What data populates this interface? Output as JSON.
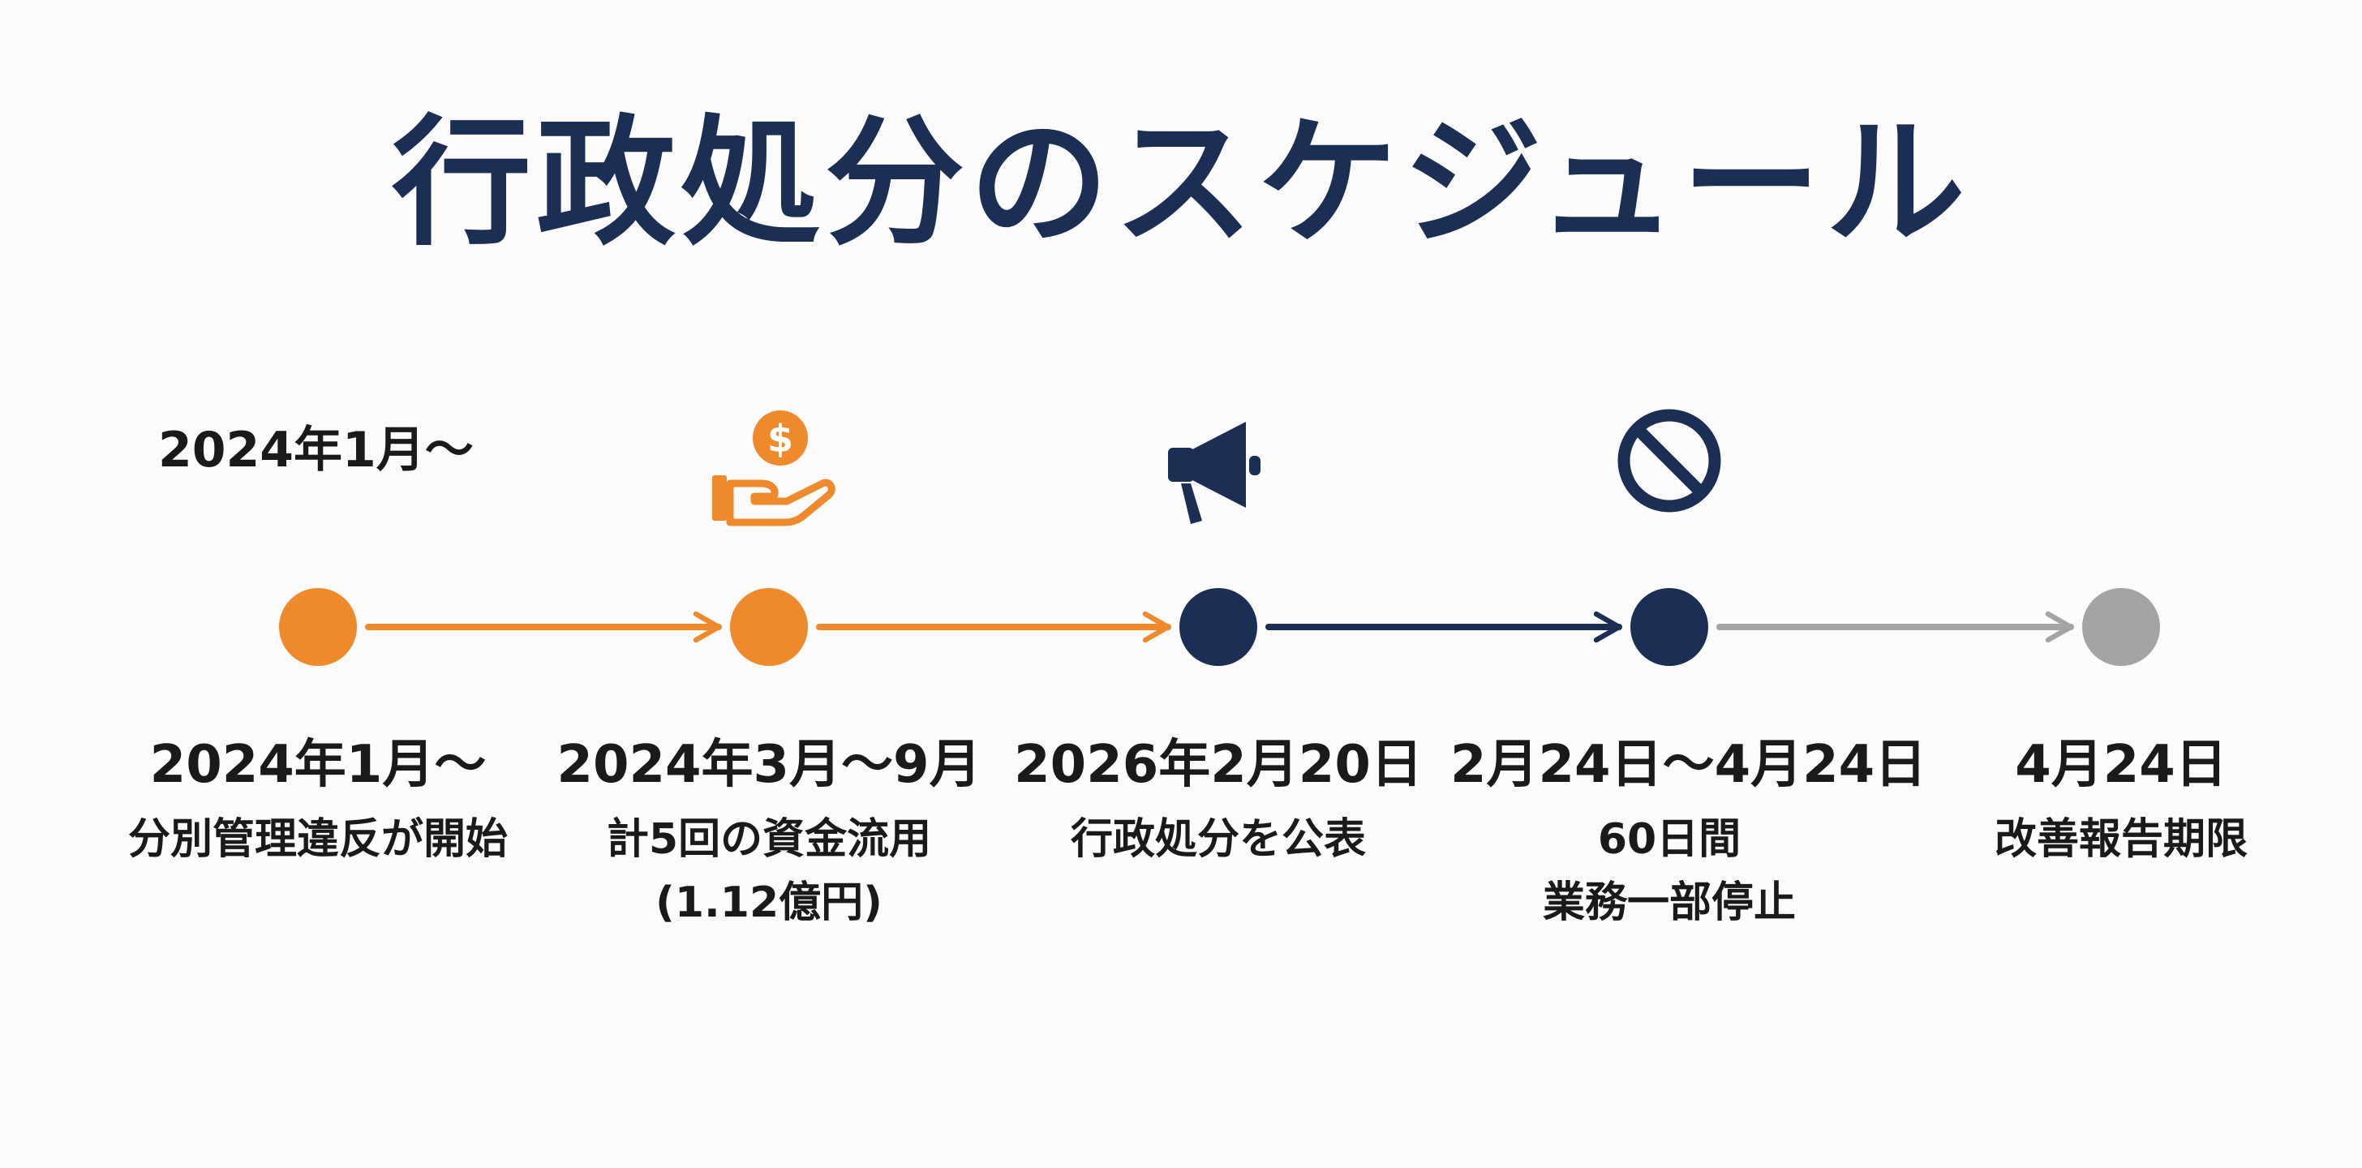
{
  "title": "行政処分のスケジュール",
  "start_note": "2024年1月〜",
  "colors": {
    "orange": "#ef8a2c",
    "navy": "#1b2e54",
    "gray": "#a4a4a4"
  },
  "milestones": [
    {
      "date": "2024年1月〜",
      "desc": "分別管理違反が開始",
      "color": "orange",
      "icon": ""
    },
    {
      "date": "2024年3月〜9月",
      "desc": "計5回の資金流用\n(1.12億円)",
      "color": "orange",
      "icon": "hand-coin-icon"
    },
    {
      "date": "2026年2月20日",
      "desc": "行政処分を公表",
      "color": "navy",
      "icon": "megaphone-icon"
    },
    {
      "date": "2月24日〜4月24日",
      "desc": "60日間\n業務一部停止",
      "color": "navy",
      "icon": "prohibition-icon"
    },
    {
      "date": "4月24日",
      "desc": "改善報告期限",
      "color": "gray",
      "icon": ""
    }
  ],
  "connectors": [
    {
      "from": 0,
      "to": 1,
      "color": "orange"
    },
    {
      "from": 1,
      "to": 2,
      "color": "orange"
    },
    {
      "from": 2,
      "to": 3,
      "color": "navy"
    },
    {
      "from": 3,
      "to": 4,
      "color": "gray"
    }
  ]
}
